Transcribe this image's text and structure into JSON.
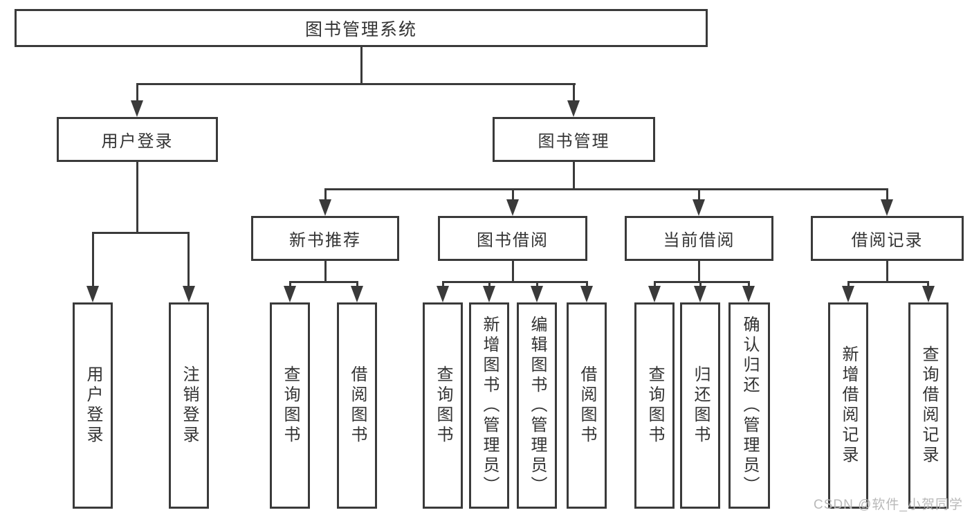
{
  "tree": {
    "root": {
      "label": "图书管理系统"
    },
    "branches": [
      {
        "label": "用户登录",
        "children": [
          {
            "label": "用户登录"
          },
          {
            "label": "注销登录"
          }
        ]
      },
      {
        "label": "图书管理",
        "groups": [
          {
            "label": "新书推荐",
            "children": [
              {
                "label": "查询图书"
              },
              {
                "label": "借阅图书"
              }
            ]
          },
          {
            "label": "图书借阅",
            "children": [
              {
                "label": "查询图书"
              },
              {
                "label": "新增图书（管理员）"
              },
              {
                "label": "编辑图书（管理员）"
              },
              {
                "label": "借阅图书"
              }
            ]
          },
          {
            "label": "当前借阅",
            "children": [
              {
                "label": "查询图书"
              },
              {
                "label": "归还图书"
              },
              {
                "label": "确认归还（管理员）"
              }
            ]
          },
          {
            "label": "借阅记录",
            "children": [
              {
                "label": "新增借阅记录"
              },
              {
                "label": "查询借阅记录"
              }
            ]
          }
        ]
      }
    ]
  },
  "watermark": {
    "text": "CSDN @软件_小贺同学"
  },
  "colors": {
    "line": "#3a3a3a",
    "text": "#333333",
    "watermark": "#b9b9b9",
    "background": "#ffffff"
  }
}
